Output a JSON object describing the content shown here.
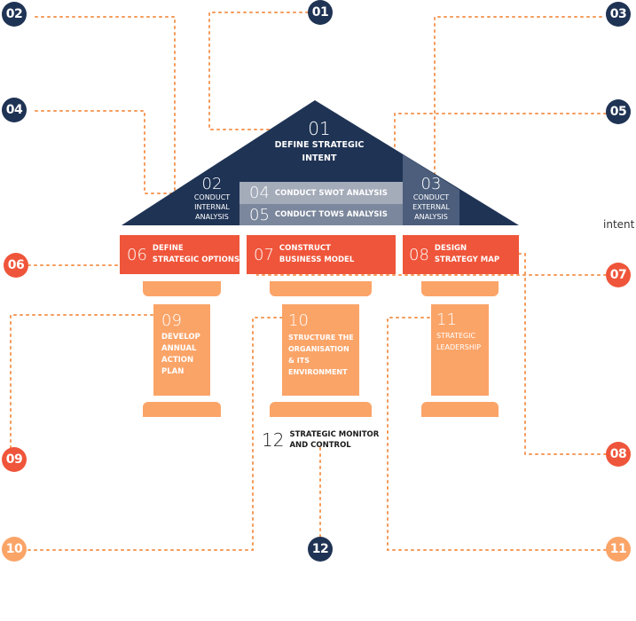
{
  "colors": {
    "navy": "#1f3354",
    "slate": "#4c5e7c",
    "swot_grey": "#a4abb9",
    "tows_grey": "#7b879c",
    "red": "#ef553a",
    "peach": "#fba468",
    "connector": "#f59a5a"
  },
  "badges": [
    {
      "id": "01",
      "label": "01",
      "color": "navy"
    },
    {
      "id": "02",
      "label": "02",
      "color": "navy"
    },
    {
      "id": "03",
      "label": "03",
      "color": "navy"
    },
    {
      "id": "04",
      "label": "04",
      "color": "navy"
    },
    {
      "id": "05",
      "label": "05",
      "color": "navy"
    },
    {
      "id": "06",
      "label": "06",
      "color": "red"
    },
    {
      "id": "07",
      "label": "07",
      "color": "red"
    },
    {
      "id": "08",
      "label": "08",
      "color": "red"
    },
    {
      "id": "09",
      "label": "09",
      "color": "red"
    },
    {
      "id": "10",
      "label": "10",
      "color": "peach"
    },
    {
      "id": "11",
      "label": "11",
      "color": "peach"
    },
    {
      "id": "12",
      "label": "12",
      "color": "navy"
    }
  ],
  "roof": {
    "step01": {
      "number": "01",
      "line1": "DEFINE STRATEGIC",
      "line2": "INTENT"
    },
    "step02": {
      "number": "02",
      "line1": "CONDUCT",
      "line2": "INTERNAL",
      "line3": "ANALYSIS"
    },
    "step03": {
      "number": "03",
      "line1": "CONDUCT",
      "line2": "EXTERNAL",
      "line3": "ANALYSIS"
    },
    "step04": {
      "number": "04",
      "label": "CONDUCT SWOT ANALYSIS"
    },
    "step05": {
      "number": "05",
      "label": "CONDUCT TOWS ANALYSIS"
    }
  },
  "beam": [
    {
      "number": "06",
      "line1": "DEFINE",
      "line2": "STRATEGIC OPTIONS"
    },
    {
      "number": "07",
      "line1": "CONSTRUCT",
      "line2": "BUSINESS MODEL"
    },
    {
      "number": "08",
      "line1": "DESIGN",
      "line2": "STRATEGY MAP"
    }
  ],
  "pillars": [
    {
      "number": "09",
      "lines": [
        "DEVELOP",
        "ANNUAL",
        "ACTION",
        "PLAN"
      ]
    },
    {
      "number": "10",
      "lines": [
        "STRUCTURE THE",
        "ORGANISATION",
        "& ITS",
        "ENVIRONMENT"
      ]
    },
    {
      "number": "11",
      "lines": [
        "STRATEGIC",
        "LEADERSHIP"
      ]
    }
  ],
  "base": {
    "number": "12",
    "line1": "STRATEGIC MONITOR",
    "line2": "AND CONTROL"
  },
  "stray_label": "intent"
}
